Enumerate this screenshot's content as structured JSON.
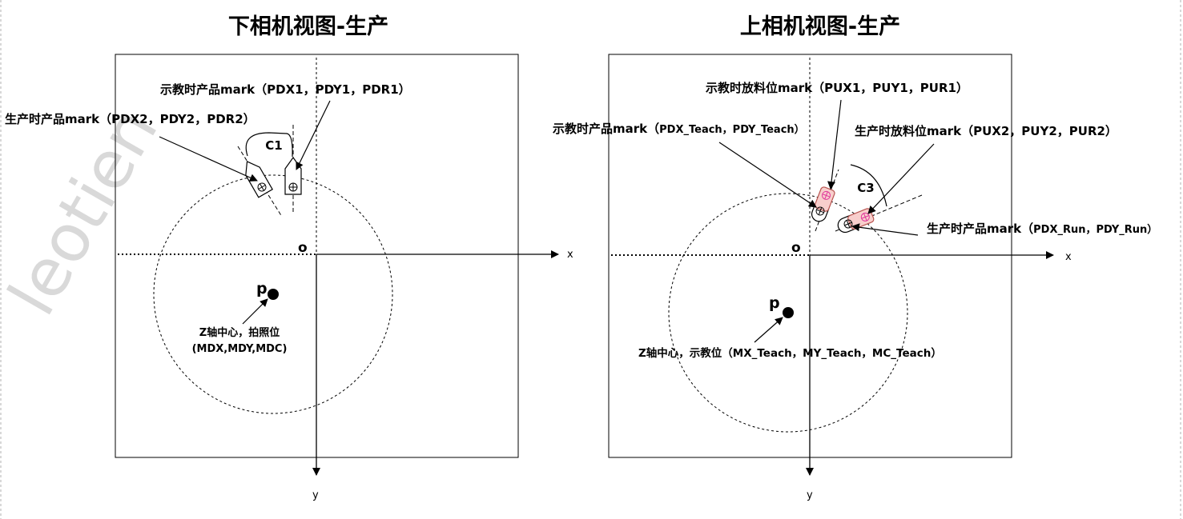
{
  "watermark": "leotien",
  "left_panel": {
    "title": "下相机视图-生产",
    "origin": "o",
    "x_axis": "x",
    "y_axis": "y",
    "center_point": "p",
    "center_label_line1": "Z轴中心，拍照位",
    "center_label_line2": "(MDX,MDY,MDC)",
    "arc_label": "C1",
    "teach_mark_label": "示教时产品mark（PDX1，PDY1，PDR1）",
    "run_mark_label": "生产时产品mark（PDX2，PDY2，PDR2）"
  },
  "right_panel": {
    "title": "上相机视图-生产",
    "origin": "o",
    "x_axis": "x",
    "y_axis": "y",
    "center_point": "p",
    "center_label": "Z轴中心，示教位（MX_Teach，MY_Teach，MC_Teach）",
    "arc_label": "C3",
    "teach_place_label": "示教时放料位mark（PUX1，PUY1，PUR1）",
    "teach_product_label_a": "示教时产品mark（",
    "teach_product_label_b": "PDX_Teach，PDY_Teach）",
    "run_place_label": "生产时放料位mark（PUX2，PUY2，PUR2）",
    "run_product_label_a": "生产时产品mark（",
    "run_product_label_b": "PDX_Run，PDY_Run）"
  },
  "colors": {
    "line": "#000000",
    "mark_fill": "#f8cecc",
    "mark_stroke": "#b85450",
    "cross_stroke": "#e0349b",
    "watermark": "#d9d9d9"
  }
}
